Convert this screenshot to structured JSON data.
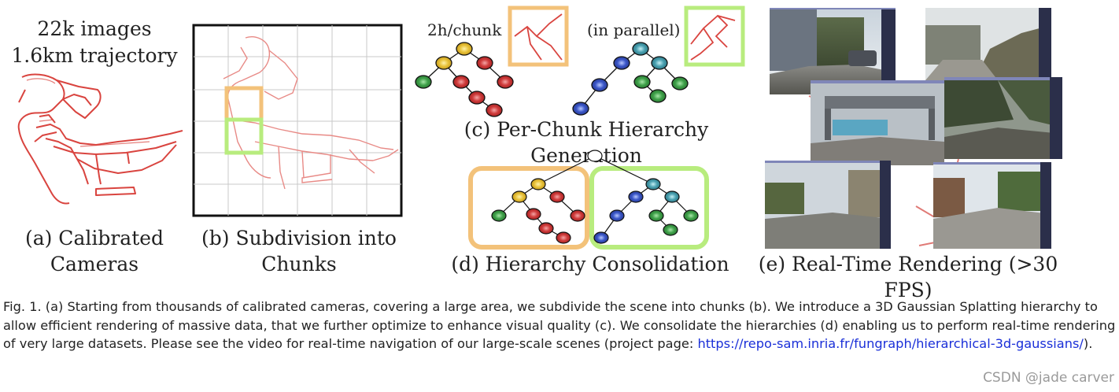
{
  "panel_a": {
    "title_line1": "22k images",
    "title_line2": "1.6km trajectory",
    "label_line1": "(a) Calibrated",
    "label_line2": "Cameras"
  },
  "panel_b": {
    "label_line1": "(b) Subdivision into",
    "label_line2": "Chunks"
  },
  "panel_c": {
    "left_note": "2h/chunk",
    "right_note": "(in parallel)",
    "label": "(c) Per-Chunk Hierarchy Generation"
  },
  "panel_d": {
    "label": "(d) Hierarchy Consolidation"
  },
  "panel_e": {
    "label": "(e) Real-Time Rendering (>30 FPS)"
  },
  "caption": {
    "text": "Fig. 1.   (a) Starting from thousands of calibrated cameras, covering a large area, we subdivide the scene into chunks (b). We introduce a 3D Gaussian Splatting hierarchy to allow efficient rendering of massive data, that we further optimize to enhance visual quality (c). We consolidate the hierarchies (d) enabling us to perform real-time rendering of very large datasets. Please see the video for real-time navigation of our large-scale scenes (project page: ",
    "link": "https://repo-sam.inria.fr/fungraph/hierarchical-3d-gaussians/",
    "tail": ")."
  },
  "watermark": "CSDN @jade carver",
  "colors": {
    "trajectory": "#d9443f",
    "chunk_orange": "#f3c27a",
    "chunk_green": "#b8ec7e",
    "node_yellow": "#e8c23a",
    "node_red": "#cf3b3b",
    "node_green": "#3fa14a",
    "node_blue": "#3a56c8",
    "node_teal": "#4aa0b0",
    "link": "#1a2fd8"
  }
}
